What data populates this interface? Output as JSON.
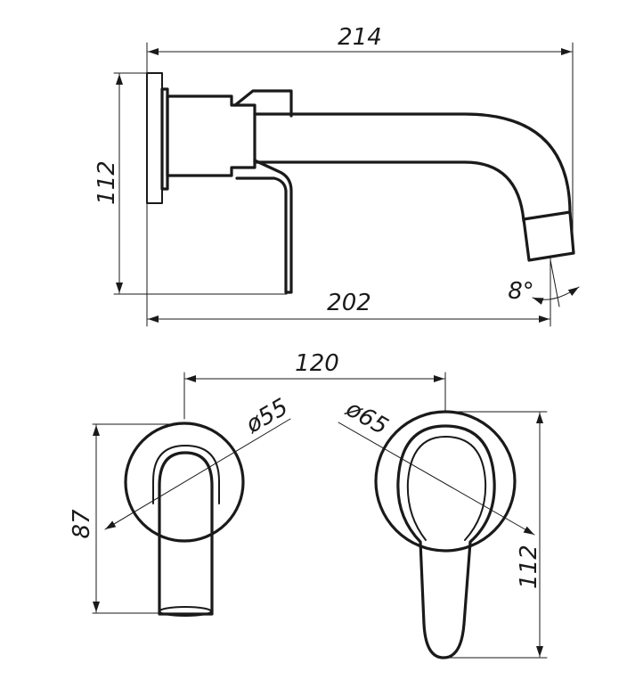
{
  "dimensions": {
    "top_width": "214",
    "bottom_width": "202",
    "side_height": "112",
    "angle": "8°",
    "spacing": "120",
    "dia_spout": "ø55",
    "dia_lever": "ø65",
    "spout_height": "87",
    "lever_height": "112"
  }
}
